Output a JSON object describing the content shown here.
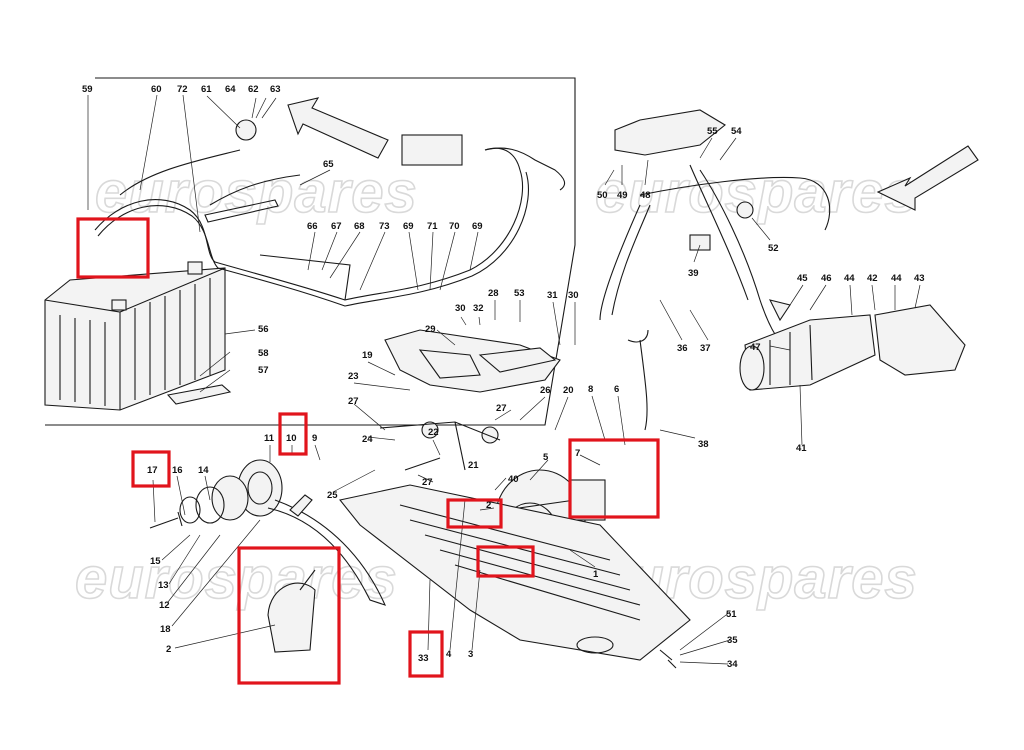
{
  "watermark": {
    "text": "eurospares"
  },
  "labels": {
    "l59": "59",
    "l60": "60",
    "l72": "72",
    "l61": "61",
    "l64": "64",
    "l62": "62",
    "l63": "63",
    "l65": "65",
    "l66": "66",
    "l67": "67",
    "l68": "68",
    "l73": "73",
    "l69a": "69",
    "l71": "71",
    "l70": "70",
    "l69b": "69",
    "l56": "56",
    "l58": "58",
    "l57": "57",
    "l55": "55",
    "l54": "54",
    "l50": "50",
    "l49": "49",
    "l48": "48",
    "l52": "52",
    "l39": "39",
    "l45": "45",
    "l46": "46",
    "l44a": "44",
    "l42": "42",
    "l44b": "44",
    "l43": "43",
    "l47": "47",
    "l36": "36",
    "l37": "37",
    "l41": "41",
    "l30a": "30",
    "l32": "32",
    "l28": "28",
    "l53": "53",
    "l31": "31",
    "l30b": "30",
    "l29": "29",
    "l19": "19",
    "l23": "23",
    "l27a": "27",
    "l27b": "27",
    "l26": "26",
    "l20": "20",
    "l8": "8",
    "l6": "6",
    "l38": "38",
    "l24": "24",
    "l22": "22",
    "l21": "21",
    "l27c": "27",
    "l25": "25",
    "l40": "40",
    "l5": "5",
    "l7": "7",
    "l2b": "2",
    "l11": "11",
    "l10": "10",
    "l9": "9",
    "l17": "17",
    "l16": "16",
    "l14": "14",
    "l15": "15",
    "l13": "13",
    "l12": "12",
    "l18": "18",
    "l2": "2",
    "l1": "1",
    "l33": "33",
    "l4": "4",
    "l3": "3",
    "l51": "51",
    "l35": "35",
    "l34": "34"
  },
  "highlight_color": "#e1141c"
}
